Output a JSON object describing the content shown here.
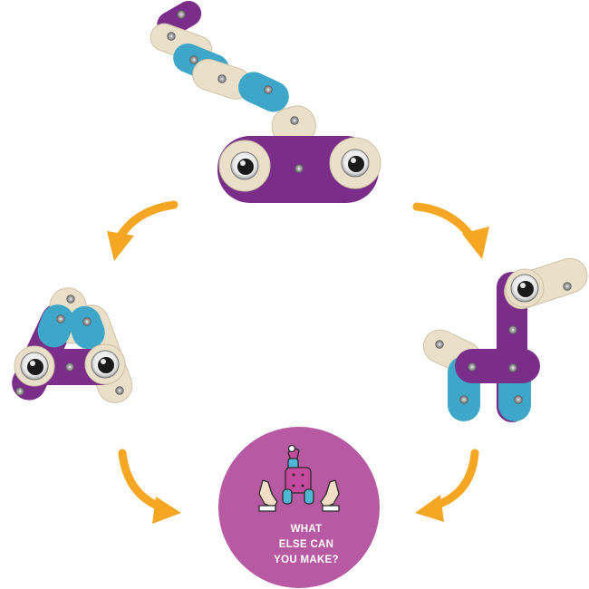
{
  "cta": {
    "line1": "WHAT",
    "line2": "ELSE CAN",
    "line3": "YOU MAKE?"
  },
  "colors": {
    "purple": "#7a2e8a",
    "cream": "#eadfc9",
    "teal": "#3ea7c9",
    "arrow": "#f5a623",
    "circle": "#b75aa3"
  },
  "icons": {
    "arrows": "curved-arrow-icon",
    "hands": "hands-holding-robot-icon"
  }
}
